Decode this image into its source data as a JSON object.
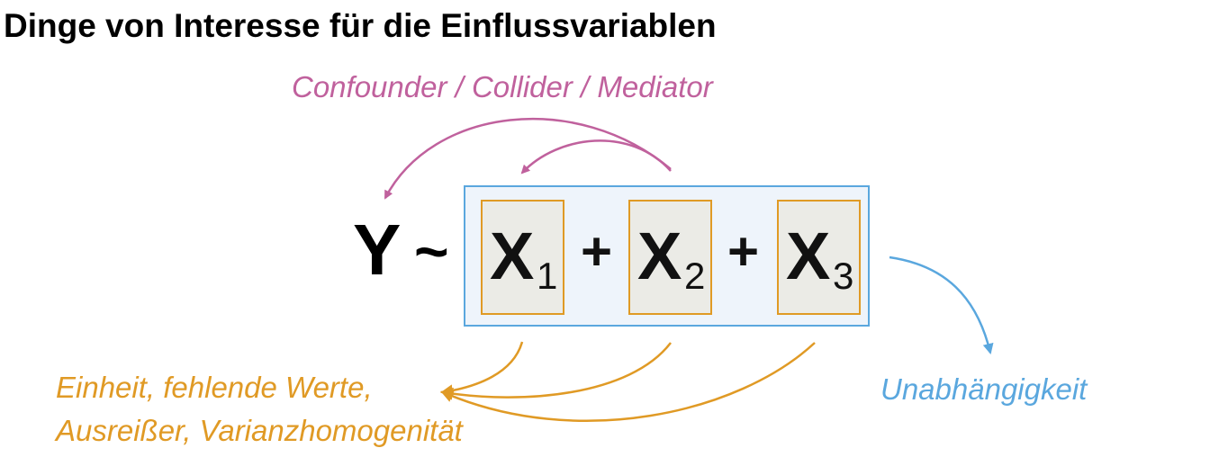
{
  "title": "Dinge von Interesse für die Einflussvariablen",
  "labels": {
    "confounder": "Confounder / Collider / Mediator",
    "data_quality_line1": "Einheit, fehlende Werte,",
    "data_quality_line2": "Ausreißer, Varianzhomogenität",
    "independence": "Unabhängigkeit"
  },
  "formula": {
    "response": "Y",
    "tilde": "~",
    "plus": "+",
    "terms": [
      {
        "symbol": "X",
        "subscript": "1"
      },
      {
        "symbol": "X",
        "subscript": "2"
      },
      {
        "symbol": "X",
        "subscript": "3"
      }
    ]
  },
  "colors": {
    "confounder": "#c0619d",
    "data_quality": "#e09a25",
    "independence": "#5aa7de",
    "box_fill": "#eef4fb",
    "term_fill": "#ebebe6"
  }
}
